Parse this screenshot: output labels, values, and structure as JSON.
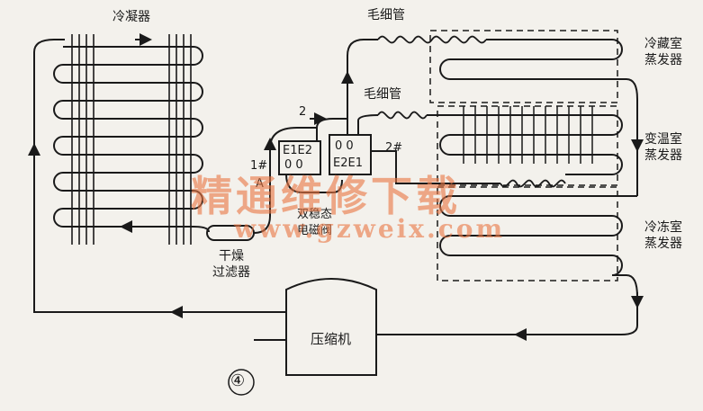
{
  "labels": {
    "condenser": "冷凝器",
    "capillary_top": "毛细管",
    "capillary_mid": "毛细管",
    "fridge_evap": "冷藏室\n蒸发器",
    "variable_evap": "变温室\n蒸发器",
    "freezer_evap": "冷冻室\n蒸发器",
    "dryer_filter": "干燥\n过滤器",
    "valve_name": "双稳态\n电磁阀",
    "compressor": "压缩机",
    "port_1": "1#",
    "port_a": "A",
    "port_2": "2",
    "port_2hash": "2#",
    "valve_left_top": "E1E2",
    "valve_left_bottom": "0  0",
    "valve_right_top": "0  0",
    "valve_right_bottom": "E2E1",
    "figure_number": "④"
  },
  "watermark": {
    "title": "精通维修下载",
    "url": "www.gzweix.com",
    "color": "#e87846"
  },
  "colors": {
    "line": "#1a1a1a",
    "background": "#f3f1ec"
  }
}
